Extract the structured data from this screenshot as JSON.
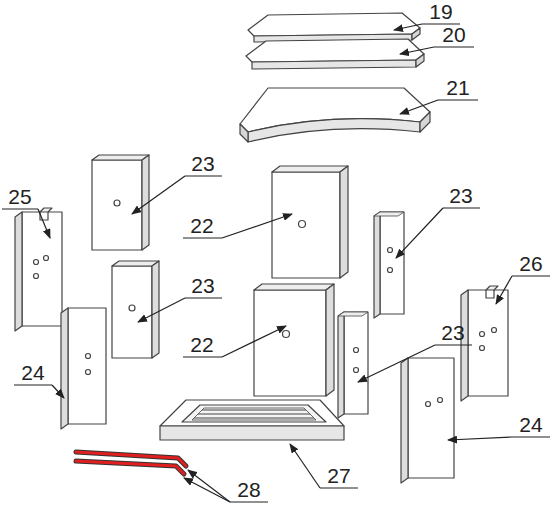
{
  "diagram": {
    "labels": [
      "19",
      "20",
      "21",
      "23",
      "22",
      "23",
      "25",
      "23",
      "26",
      "22",
      "23",
      "24",
      "24",
      "28",
      "27"
    ]
  }
}
